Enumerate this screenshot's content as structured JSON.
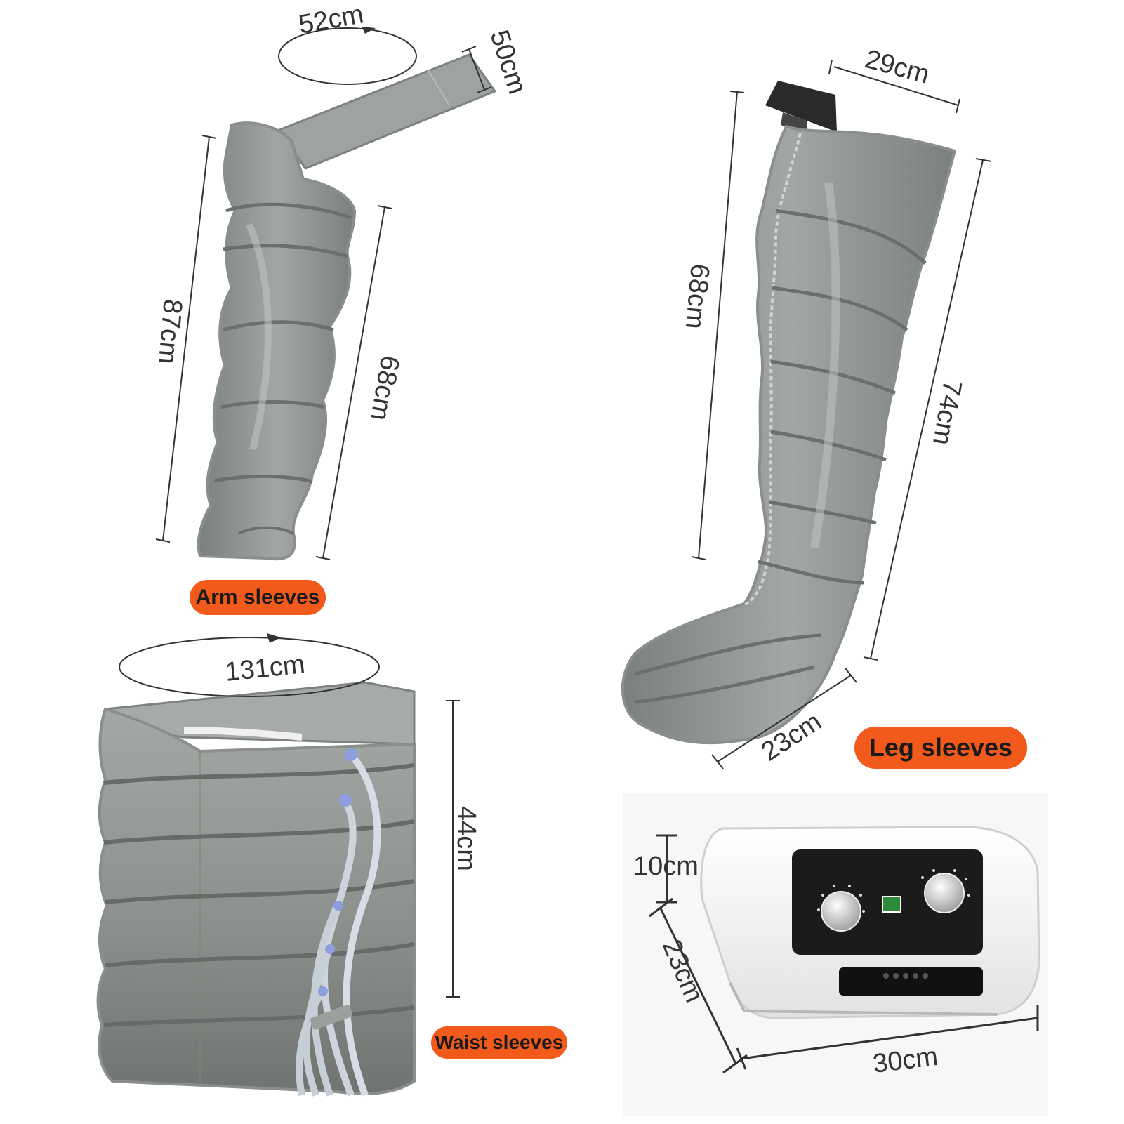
{
  "labels": {
    "arm": "Arm sleeves",
    "leg": "Leg sleeves",
    "waist": "Waist sleeves"
  },
  "dimensions": {
    "arm_circumference": "52cm",
    "arm_strap": "50cm",
    "arm_length_outer": "87cm",
    "arm_length_inner": "68cm",
    "leg_top": "29cm",
    "leg_length_inner": "68cm",
    "leg_length_outer": "74cm",
    "leg_foot": "23cm",
    "waist_circumference": "131cm",
    "waist_height": "44cm",
    "device_height": "10cm",
    "device_depth": "23cm",
    "device_width": "30cm"
  },
  "colors": {
    "badge": "#f25a1c",
    "fabric": "#8e9490",
    "fabric_dark": "#6f7571",
    "fabric_light": "#b3b8b4",
    "device_body": "#f4f4f4",
    "device_panel": "#1b1b1b"
  }
}
